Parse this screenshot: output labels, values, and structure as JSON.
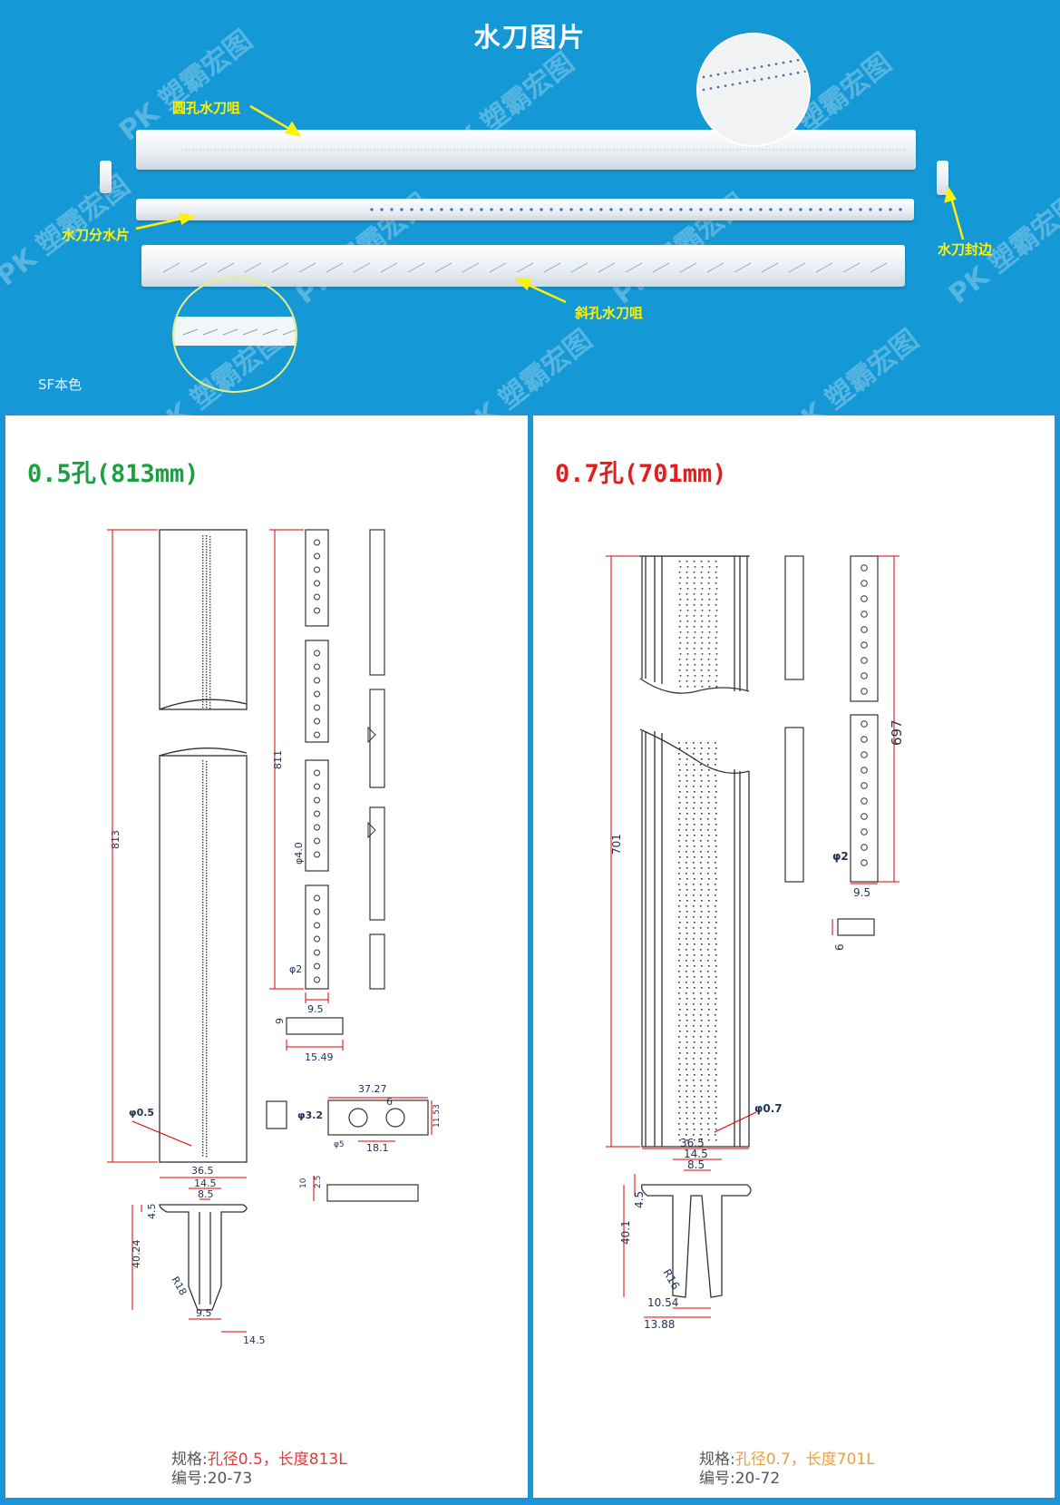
{
  "photo": {
    "title": "水刀图片",
    "labels": {
      "round_hole": "圆孔水刀咀",
      "divider": "水刀分水片",
      "seal": "水刀封边",
      "slant_hole": "斜孔水刀咀"
    },
    "material": "SF本色",
    "watermark": "PK 塑霸宏图"
  },
  "left": {
    "title": "0.5孔(813mm)",
    "title_color": "#1aa040",
    "dims": {
      "total_length": "813",
      "inner_length": "811",
      "hole_dia": "φ0.5",
      "pitch": "φ4.0",
      "small_hole": "φ2",
      "width_95": "9.5",
      "d9": "9",
      "d1549": "15.49",
      "d3727": "37.27",
      "d6": "6",
      "d1153": "11.53",
      "d181": "18.1",
      "phi32": "φ3.2",
      "phi5": "φ5",
      "d10": "10",
      "d25": "2.5",
      "w365": "36.5",
      "w145": "14.5",
      "w85": "8.5",
      "h45": "4.5",
      "h4024": "40.24",
      "r18": "R18",
      "b95": "9.5",
      "b145": "14.5"
    },
    "spec_label": "规格:",
    "spec_value": "孔径0.5，长度813L",
    "code_label": "编号:",
    "code_value": "20-73"
  },
  "right": {
    "title": "0.7孔(701mm)",
    "title_color": "#e02020",
    "dims": {
      "total_length": "701",
      "inner_length": "697",
      "hole_dia": "φ0.7",
      "small_hole": "φ2",
      "width_95": "9.5",
      "d6": "6",
      "w365": "36.5",
      "w145": "14.5",
      "w85": "8.5",
      "h45": "4.5",
      "h401": "40.1",
      "r16": "R16",
      "b1054": "10.54",
      "b1388": "13.88"
    },
    "spec_label": "规格:",
    "spec_value": "孔径0.7，长度701L",
    "code_label": "编号:",
    "code_value": "20-72"
  }
}
